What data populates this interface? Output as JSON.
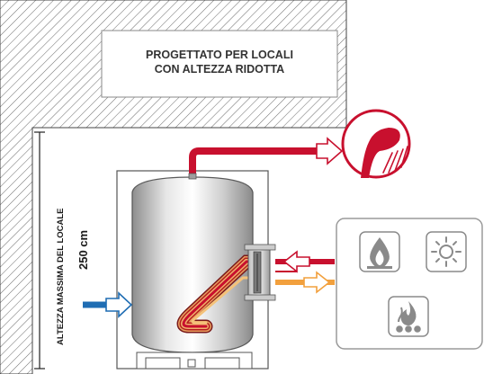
{
  "banner": {
    "line1": "PROGETTATO PER LOCALI",
    "line2": "CON ALTEZZA RIDOTTA"
  },
  "height_note": {
    "label": "ALTEZZA MASSIMA DEL LOCALE",
    "value": "250 cm"
  },
  "colors": {
    "hot_water": "#c8102e",
    "cold_water": "#1f6db3",
    "solar_return": "#f2a03d",
    "tank": "#c9c9c9",
    "icons": "#a0a0a0"
  },
  "icons": [
    "shower-icon",
    "gas-flame-icon",
    "sun-icon",
    "biomass-fire-icon"
  ]
}
